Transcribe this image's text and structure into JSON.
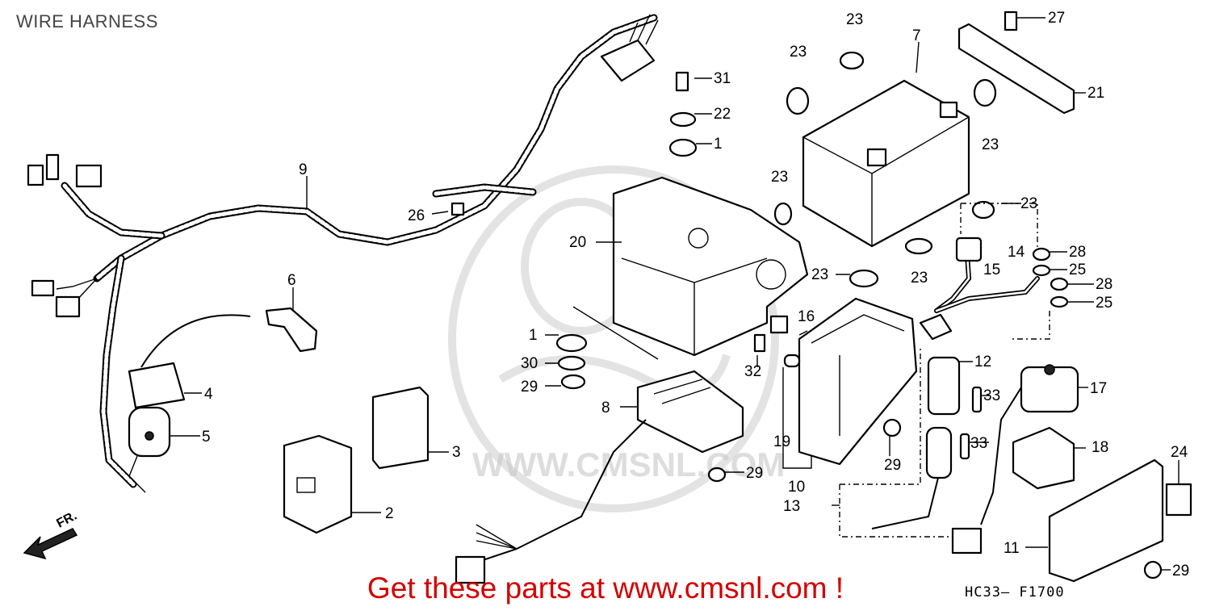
{
  "title": "WIRE HARNESS",
  "promo": "Get these parts at www.cmsnl.com !",
  "diagram_code": "HC33– F1700",
  "front_arrow_label": "FR.",
  "watermark": "WWW.CMSNL.COM",
  "labels": {
    "l1a": "1",
    "l1b": "1",
    "l2": "2",
    "l3": "3",
    "l4": "4",
    "l5": "5",
    "l6": "6",
    "l7": "7",
    "l8": "8",
    "l9": "9",
    "l10": "10",
    "l11": "11",
    "l12": "12",
    "l13": "13",
    "l14": "14",
    "l15": "15",
    "l16": "16",
    "l17": "17",
    "l18": "18",
    "l19": "19",
    "l20": "20",
    "l21": "21",
    "l22": "22",
    "l23a": "23",
    "l23b": "23",
    "l23c": "23",
    "l23d": "23",
    "l23e": "23",
    "l23f": "23",
    "l23g": "23",
    "l24": "24",
    "l25a": "25",
    "l25b": "25",
    "l26": "26",
    "l27": "27",
    "l28a": "28",
    "l28b": "28",
    "l29a": "29",
    "l29b": "29",
    "l29c": "29",
    "l29d": "29",
    "l30": "30",
    "l31": "31",
    "l32": "32",
    "l33a": "33",
    "l33b": "33"
  }
}
